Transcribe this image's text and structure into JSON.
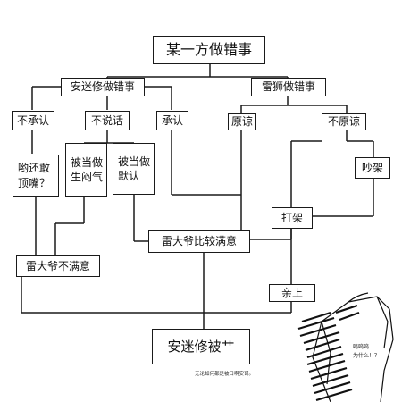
{
  "nodes": {
    "root": "某一方做错事",
    "anmi": "安迷修做错事",
    "leishi": "雷狮做错事",
    "not_admit": "不承认",
    "not_say": "不说话",
    "admit": "承认",
    "forgive": "原谅",
    "not_forgive": "不原谅",
    "talk_back": "哟还敢\n顶嘴？",
    "angry": "被当做\n生闷气",
    "default": "被当做\n默认",
    "quarrel": "吵架",
    "fight": "打架",
    "satisfied": "雷大爷比较满意",
    "unsatisfied": "雷大爷不满意",
    "kiss": "亲上",
    "result": "安迷修被艹"
  },
  "caption": "无论如何都是被日啊安哥。",
  "speech": "呜呜呜...\n为什么！？"
}
